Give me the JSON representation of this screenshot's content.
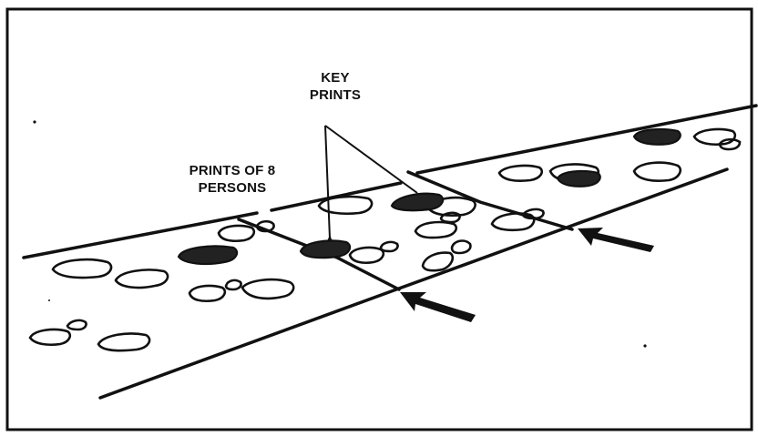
{
  "labels": {
    "key_prints": [
      "KEY",
      "PRINTS"
    ],
    "prints_of_persons": [
      "PRINTS OF 8",
      "PERSONS"
    ]
  },
  "colors": {
    "ink": "#111111",
    "background": "#ffffff"
  }
}
